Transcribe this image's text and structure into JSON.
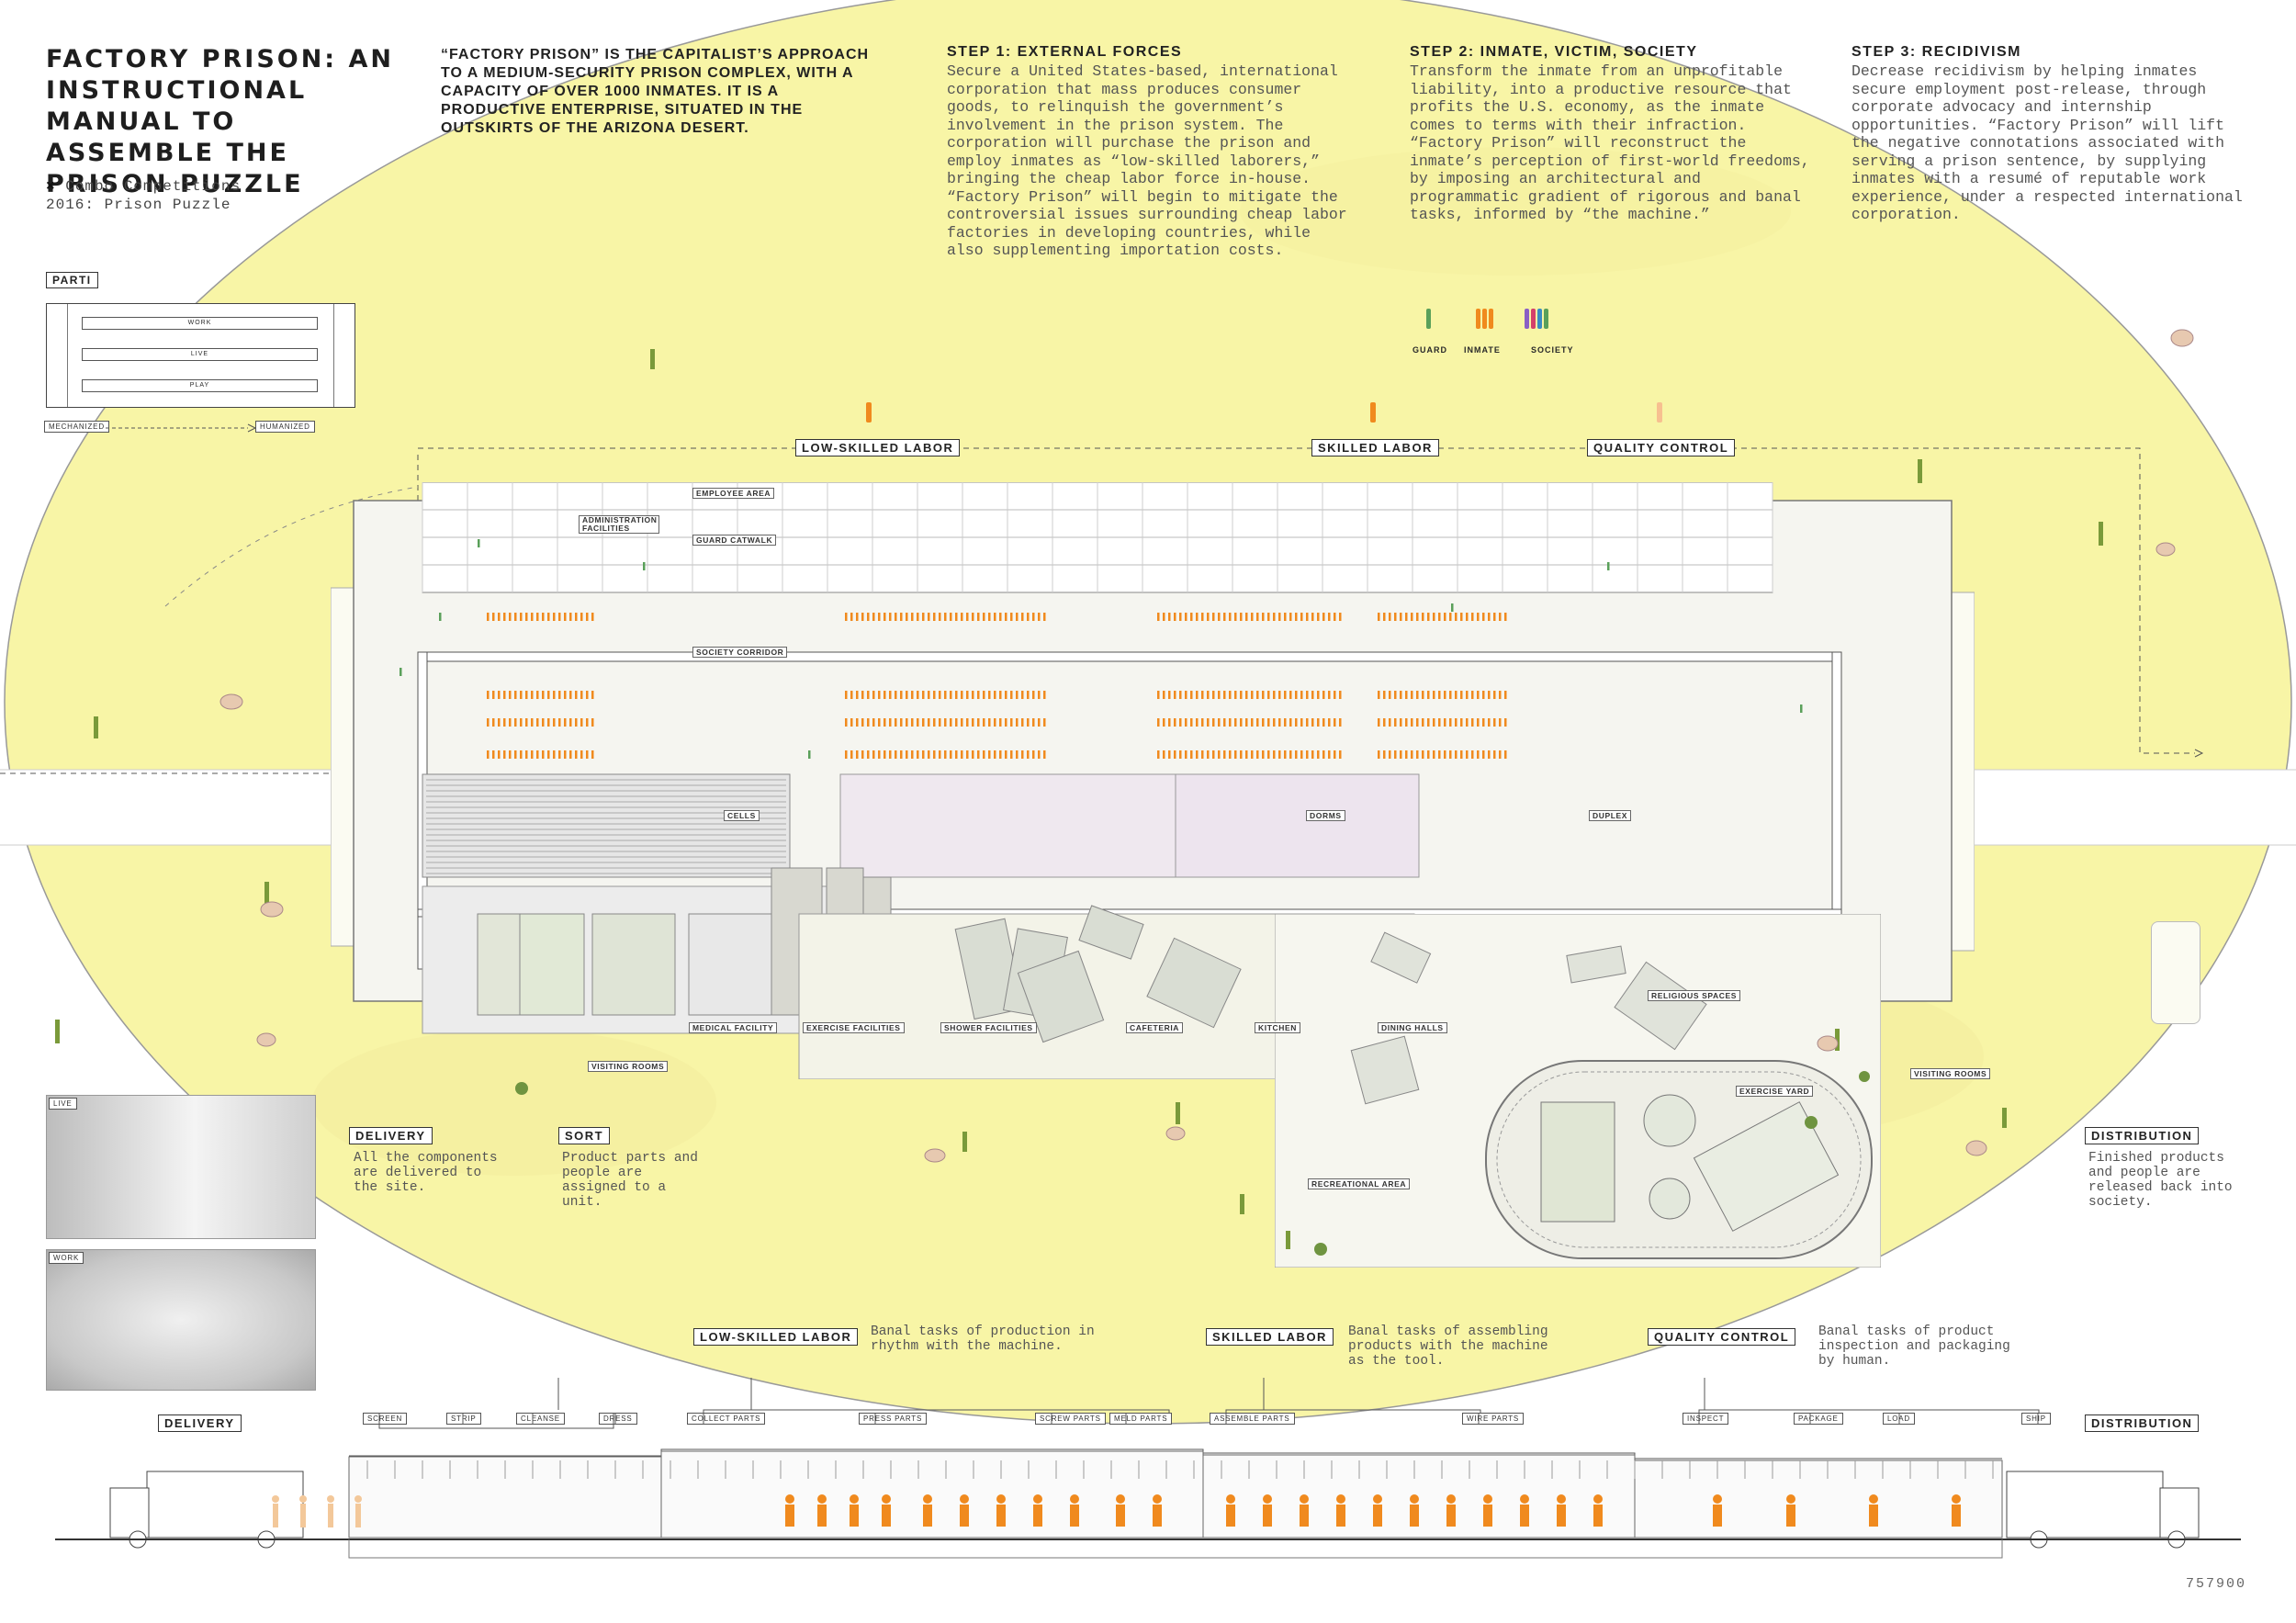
{
  "title": "FACTORY PRISON: AN INSTRUCTIONAL MANUAL TO ASSEMBLE THE PRISON PUZZLE",
  "credit": {
    "mark": "×",
    "line1": "Combo Competitions",
    "line2": "2016: Prison Puzzle"
  },
  "intro": "“FACTORY PRISON” IS THE CAPITALIST’S APPROACH TO A MEDIUM-SECURITY PRISON COMPLEX, WITH A CAPACITY OF OVER 1000 INMATES. IT IS A PRODUCTIVE ENTERPRISE, SITUATED IN THE OUTSKIRTS OF THE ARIZONA DESERT.",
  "steps": [
    {
      "heading": "STEP 1: EXTERNAL FORCES",
      "body": "Secure a United States-based, international corporation that mass produces consumer goods, to relinquish the government’s involvement in the prison system. The corporation will purchase the prison and employ inmates as “low-skilled laborers,” bringing the cheap labor force in-house. “Factory Prison” will begin to mitigate the controversial issues surrounding cheap labor factories in developing countries, while also supplementing importation costs."
    },
    {
      "heading": "STEP 2: INMATE, VICTIM, SOCIETY",
      "body": "Transform the inmate from an unprofitable liability, into a productive resource that profits the U.S. economy, as the inmate comes to terms with their infraction. “Factory Prison” will reconstruct the inmate’s perception of first-world freedoms, by imposing an architectural and programmatic gradient of rigorous and banal tasks, informed by “the machine.”"
    },
    {
      "heading": "STEP 3: RECIDIVISM",
      "body": "Decrease recidivism by helping inmates secure employment post-release, through corporate advocacy and internship opportunities. “Factory Prison” will lift the negative connotations associated with serving a prison sentence, by supplying inmates with a resumé of reputable work experience, under a respected international corporation."
    }
  ],
  "legend": {
    "guard": "GUARD",
    "inmate": "INMATE",
    "society": "SOCIETY"
  },
  "parti": {
    "label": "PARTI",
    "work": "WORK",
    "live": "LIVE",
    "play": "PLAY",
    "mechanized": "MECHANIZED",
    "humanized": "HUMANIZED"
  },
  "flow": {
    "low": "LOW-SKILLED LABOR",
    "skilled": "SKILLED LABOR",
    "qc": "QUALITY CONTROL"
  },
  "plan": {
    "employee_area": "EMPLOYEE AREA",
    "admin": "ADMINISTRATION FACILITIES",
    "guard_catwalk": "GUARD CATWALK",
    "society_corridor": "SOCIETY CORRIDOR",
    "cells": "CELLS",
    "dorms": "DORMS",
    "duplex": "DUPLEX",
    "medical": "MEDICAL FACILITY",
    "exercise_fac": "EXERCISE FACILITIES",
    "shower": "SHOWER FACILITIES",
    "cafeteria": "CAFETERIA",
    "kitchen": "KITCHEN",
    "dining": "DINING HALLS",
    "religious": "RELIGIOUS SPACES",
    "exercise_yard": "EXERCISE YARD",
    "recreational": "RECREATIONAL AREA",
    "visiting_left": "VISITING ROOMS",
    "visiting_right": "VISITING ROOMS"
  },
  "thumbs": {
    "live": "LIVE",
    "work": "WORK"
  },
  "delivery": {
    "heading": "DELIVERY",
    "body": "All the components are delivered to the site."
  },
  "sort": {
    "heading": "SORT",
    "body": "Product parts and people are assigned to a unit."
  },
  "distribution": {
    "heading": "DISTRIBUTION",
    "body": "Finished products and people are released back into society."
  },
  "section": {
    "low": {
      "heading": "LOW-SKILLED LABOR",
      "body": "Banal tasks of production in rhythm with the machine."
    },
    "skilled": {
      "heading": "SKILLED LABOR",
      "body": "Banal tasks of assembling products with the machine as the tool."
    },
    "qc": {
      "heading": "QUALITY CONTROL",
      "body": "Banal tasks of product inspection and packaging by human."
    },
    "delivery": "DELIVERY",
    "distribution": "DISTRIBUTION",
    "steps": [
      "SCREEN",
      "STRIP",
      "CLEANSE",
      "DRESS",
      "COLLECT PARTS",
      "PRESS PARTS",
      "SCREW PARTS",
      "MELD PARTS",
      "ASSEMBLE PARTS",
      "WIRE PARTS",
      "INSPECT",
      "PACKAGE",
      "LOAD",
      "SHIP"
    ]
  },
  "sheet_number": "757900",
  "colors": {
    "desert": "#f8f5a6",
    "inmate": "#f08a1e",
    "guard": "#5aa05a",
    "society": "#8a5fc4",
    "ink": "#2a2a2a"
  }
}
